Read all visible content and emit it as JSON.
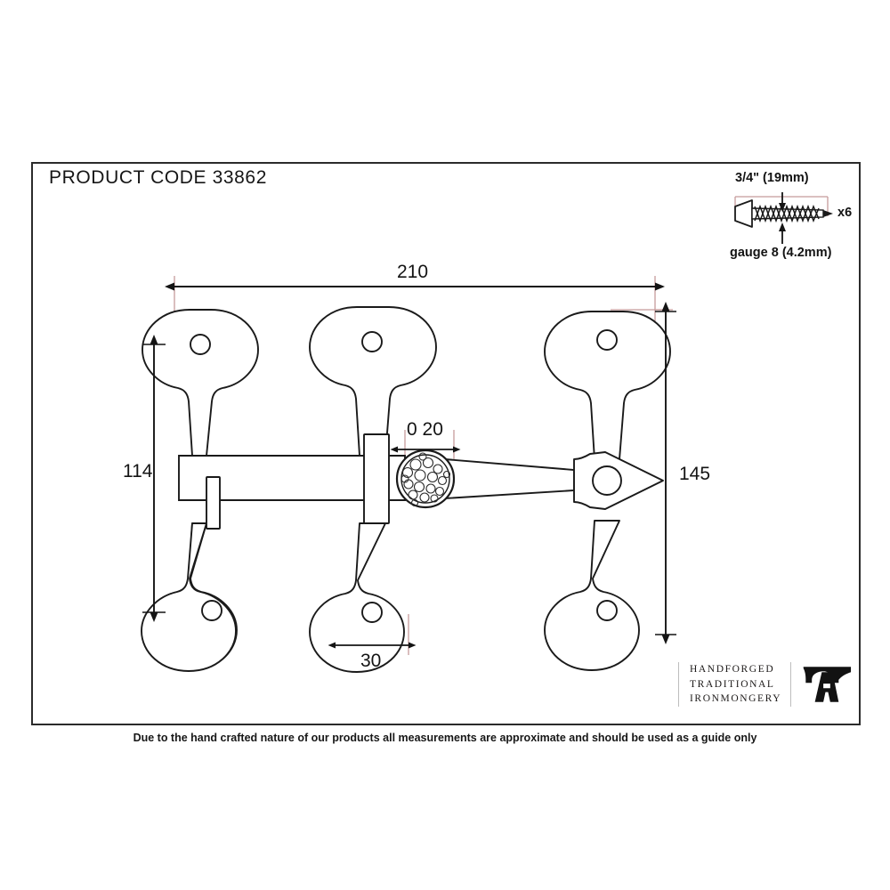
{
  "document": {
    "product_code_label": "PRODUCT CODE 33862",
    "footer_note": "Due to the hand crafted nature of our products all measurements are approximate and should be used as a guide only"
  },
  "fasteners": {
    "length_label": "3/4\" (19mm)",
    "gauge_label": "gauge 8 (4.2mm)",
    "quantity_label": "x6"
  },
  "dimensions": {
    "overall_width": "210",
    "left_height": "114",
    "right_height": "145",
    "knob_diameter": "0 20",
    "centre_plate_width": "30"
  },
  "logo": {
    "line1": "HANDFORGED",
    "line2": "TRADITIONAL",
    "line3": "IRONMONGERY"
  },
  "colors": {
    "outline": "#1a1a1a",
    "extension_line": "#c59b9b",
    "frame": "#2b2b2b",
    "background": "#ffffff"
  }
}
